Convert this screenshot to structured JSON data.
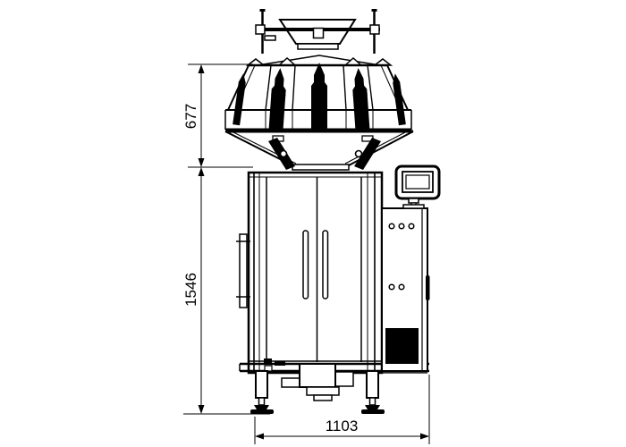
{
  "drawing": {
    "background_color": "#ffffff",
    "line_color": "#000000",
    "subject": "vertical-packaging-machine-front-elevation",
    "dimension_labels": {
      "weigher_height": "677",
      "machine_height": "1546",
      "machine_width": "1103"
    }
  }
}
